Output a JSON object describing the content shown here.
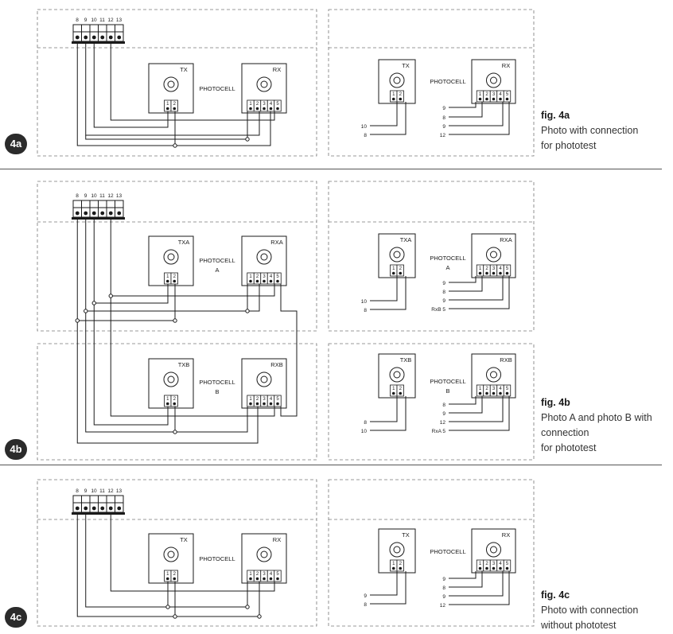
{
  "terminal_labels": [
    "8",
    "9",
    "10",
    "11",
    "12",
    "13"
  ],
  "pin_labels_tx": [
    "1",
    "2"
  ],
  "pin_labels_rx": [
    "1",
    "2",
    "3",
    "4",
    "5"
  ],
  "photocell_label": "PHOTOCELL",
  "sections": [
    {
      "badge": "4a",
      "caption": {
        "fig": "fig. 4a",
        "lines": [
          "Photo with connection",
          "for phototest"
        ]
      },
      "units": [
        {
          "tx": "TX",
          "rx": "RX",
          "sub": "",
          "tx_wires": [
            "10",
            "8"
          ],
          "rx_wires": [
            "9",
            "8",
            "9",
            "12"
          ]
        }
      ]
    },
    {
      "badge": "4b",
      "caption": {
        "fig": "fig. 4b",
        "lines": [
          "Photo A and photo B with",
          "connection",
          "for phototest"
        ]
      },
      "units": [
        {
          "tx": "TXA",
          "rx": "RXA",
          "sub": "A",
          "tx_wires": [
            "10",
            "8"
          ],
          "rx_wires": [
            "9",
            "8",
            "9",
            "RxB  5"
          ]
        },
        {
          "tx": "TXB",
          "rx": "RXB",
          "sub": "B",
          "tx_wires": [
            "8",
            "10"
          ],
          "rx_wires": [
            "8",
            "9",
            "12",
            "RxA  5"
          ]
        }
      ]
    },
    {
      "badge": "4c",
      "caption": {
        "fig": "fig. 4c",
        "lines": [
          "Photo with connection",
          "without phototest"
        ]
      },
      "units": [
        {
          "tx": "TX",
          "rx": "RX",
          "sub": "",
          "tx_wires": [
            "9",
            "8"
          ],
          "rx_wires": [
            "9",
            "8",
            "9",
            "12"
          ]
        }
      ]
    }
  ]
}
